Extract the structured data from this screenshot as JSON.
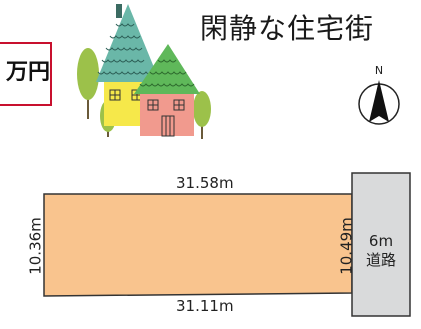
{
  "price": {
    "suffix": "万円"
  },
  "header": {
    "title": "閑静な住宅街"
  },
  "compass": {
    "label": "N"
  },
  "plot": {
    "top_frontage": "31.58m",
    "bottom_frontage": "31.11m",
    "left_depth": "10.36m",
    "right_depth": "10.49m"
  },
  "road": {
    "width": "6m",
    "label": "道路"
  },
  "colors": {
    "lot_fill": "#f9c48e",
    "road_fill": "#d9dadb",
    "price_border": "#c8102e"
  }
}
